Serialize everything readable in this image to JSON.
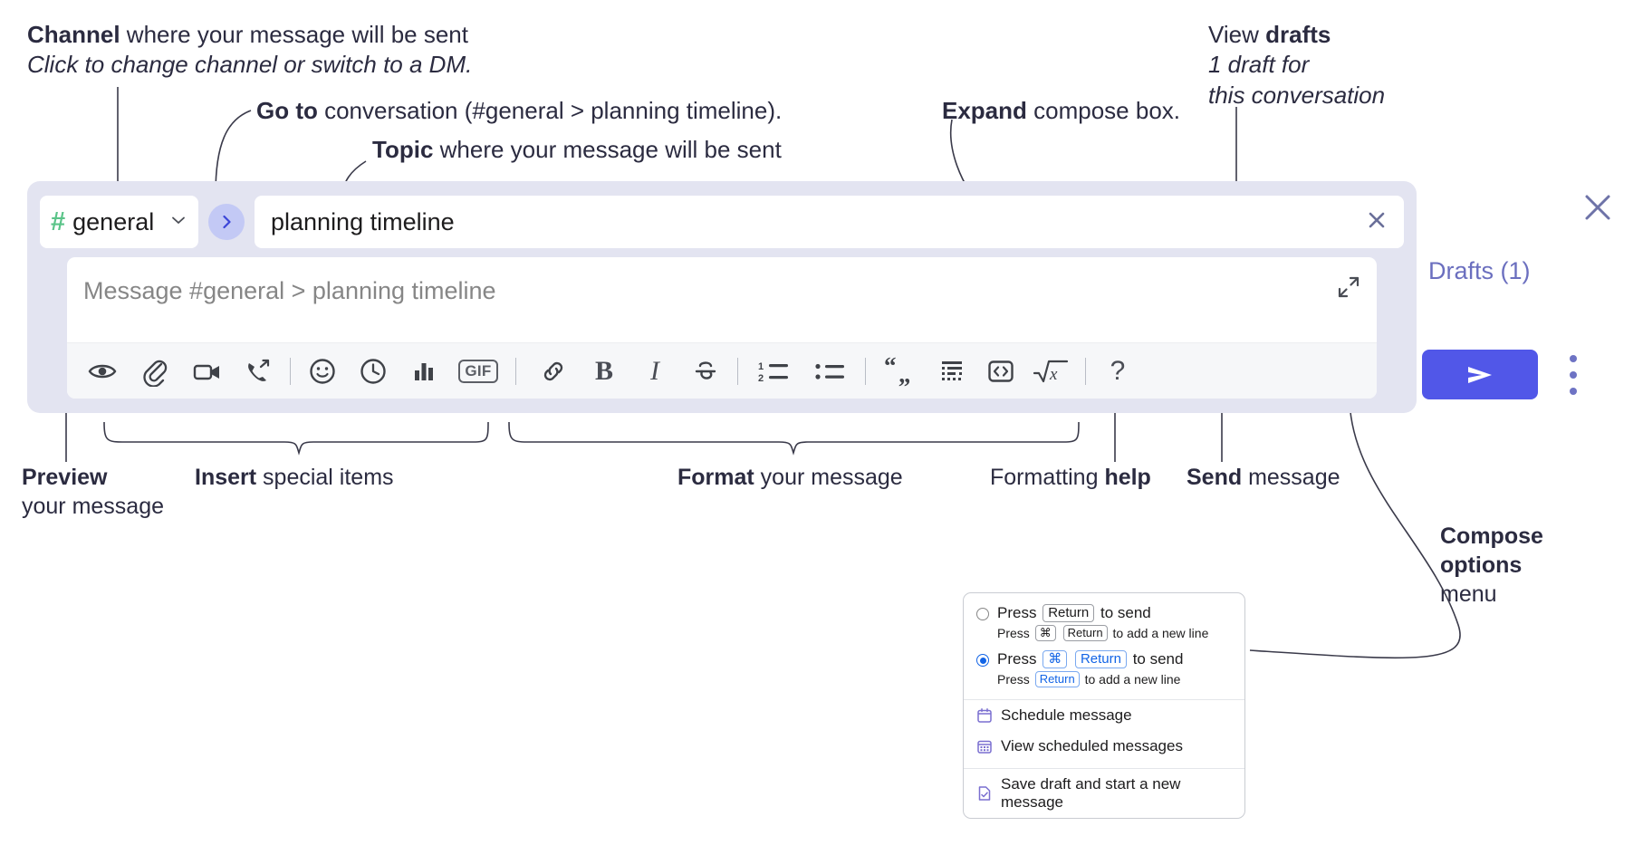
{
  "annotations": {
    "channel": {
      "bold": "Channel",
      "rest": " where your message will be sent",
      "italic": "Click to change channel or switch to a DM."
    },
    "goto": {
      "bold": "Go to",
      "rest": " conversation (#general > planning timeline)."
    },
    "topic": {
      "bold": "Topic",
      "rest": " where your message will be sent"
    },
    "expand": {
      "bold": "Expand",
      "rest": " compose box."
    },
    "drafts": {
      "pre": "View ",
      "bold": "drafts",
      "italic1": "1 draft for",
      "italic2": "this conversation"
    },
    "preview": {
      "bold": "Preview",
      "line2": "your message"
    },
    "insert": {
      "bold": "Insert",
      "rest": " special items"
    },
    "format": {
      "bold": "Format",
      "rest": " your message"
    },
    "help": {
      "pre": "Formatting ",
      "bold": "help"
    },
    "send": {
      "bold": "Send",
      "rest": " message"
    },
    "compose": {
      "bold1": "Compose",
      "bold2": "options",
      "rest": "menu"
    }
  },
  "compose": {
    "channel": {
      "hash": "#",
      "name": "general",
      "chevron": "chevron-down-icon"
    },
    "goto_label": "go-to-conversation-icon",
    "topic": {
      "value": "planning timeline",
      "clear": "clear-topic-icon"
    },
    "message": {
      "placeholder": "Message #general > planning timeline",
      "value": ""
    },
    "expand_icon": "expand-icon",
    "close_icon": "close-icon",
    "drafts_label": "Drafts (1)",
    "send_label": "send-icon",
    "options_label": "kebab-menu-icon",
    "accent": "#5157e8",
    "panel_bg": "#e3e4f1",
    "hash_color": "#5bc489"
  },
  "toolbar": {
    "groups": [
      {
        "name": "preview",
        "items": [
          {
            "icon": "eye-icon",
            "label": "Preview"
          }
        ]
      },
      {
        "name": "insert",
        "items": [
          {
            "icon": "paperclip-icon",
            "label": "Attach file"
          },
          {
            "icon": "video-camera-icon",
            "label": "Record video clip"
          },
          {
            "icon": "phone-arrow-icon",
            "label": "Huddle"
          },
          {
            "sep": true
          },
          {
            "icon": "emoji-smiley-icon",
            "label": "Emoji"
          },
          {
            "icon": "clock-icon",
            "label": "Schedule"
          },
          {
            "icon": "bar-chart-icon",
            "label": "Poll"
          },
          {
            "icon": "gif-icon",
            "label": "GIF"
          }
        ]
      },
      {
        "name": "format",
        "items": [
          {
            "sep": true
          },
          {
            "icon": "link-icon",
            "label": "Link"
          },
          {
            "icon": "bold-icon",
            "label": "Bold"
          },
          {
            "icon": "italic-icon",
            "label": "Italic"
          },
          {
            "icon": "strikethrough-icon",
            "label": "Strikethrough"
          },
          {
            "sep": true
          },
          {
            "icon": "ordered-list-icon",
            "label": "Ordered list"
          },
          {
            "icon": "bulleted-list-icon",
            "label": "Bulleted list"
          },
          {
            "sep": true
          },
          {
            "icon": "blockquote-icon",
            "label": "Blockquote"
          },
          {
            "icon": "code-block-icon",
            "label": "Code block"
          },
          {
            "icon": "code-inline-icon",
            "label": "Code"
          },
          {
            "icon": "math-icon",
            "label": "Math"
          }
        ]
      },
      {
        "name": "help",
        "items": [
          {
            "sep": true
          },
          {
            "icon": "question-mark-icon",
            "label": "Formatting help"
          }
        ]
      }
    ]
  },
  "menu": {
    "options": [
      {
        "selected": false,
        "main_pre": "Press",
        "main_key": "Return",
        "main_post": "to send",
        "sub_pre": "Press",
        "sub_key1": "⌘",
        "sub_key2": "Return",
        "sub_post": "to add a new line"
      },
      {
        "selected": true,
        "main_pre": "Press",
        "main_key1": "⌘",
        "main_key2": "Return",
        "main_post": "to send",
        "sub_pre": "Press",
        "sub_key": "Return",
        "sub_post": "to add a new line"
      }
    ],
    "items": [
      {
        "icon": "calendar-icon",
        "label": "Schedule message"
      },
      {
        "icon": "calendar-grid-icon",
        "label": "View scheduled messages"
      },
      {
        "icon": "document-check-icon",
        "label": "Save draft and start a new message"
      }
    ]
  }
}
